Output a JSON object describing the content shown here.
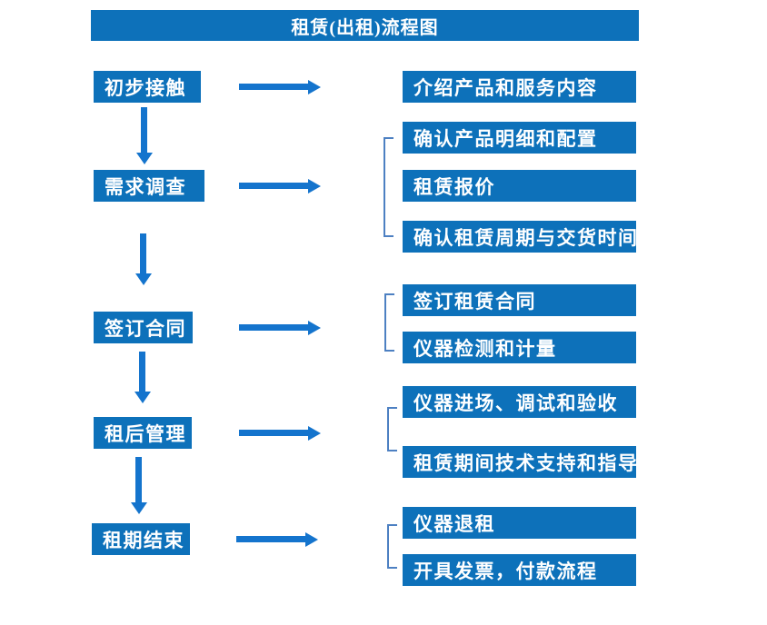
{
  "title": "租赁(出租)流程图",
  "diagram_type": "flowchart",
  "colors": {
    "box_fill": "#0d71ba",
    "arrow": "#1474cd",
    "bracket": "#4d80c2",
    "text": "#ffffff",
    "background": "#ffffff"
  },
  "steps": [
    {
      "label": "初步接触",
      "outputs": [
        "介绍产品和服务内容"
      ]
    },
    {
      "label": "需求调查",
      "outputs": [
        "确认产品明细和配置",
        "租赁报价",
        "确认租赁周期与交货时间"
      ]
    },
    {
      "label": "签订合同",
      "outputs": [
        "签订租赁合同",
        "仪器检测和计量"
      ]
    },
    {
      "label": "租后管理",
      "outputs": [
        "仪器进场、调试和验收",
        "租赁期间技术支持和指导"
      ]
    },
    {
      "label": "租期结束",
      "outputs": [
        "仪器退租",
        "开具发票，付款流程"
      ]
    }
  ]
}
